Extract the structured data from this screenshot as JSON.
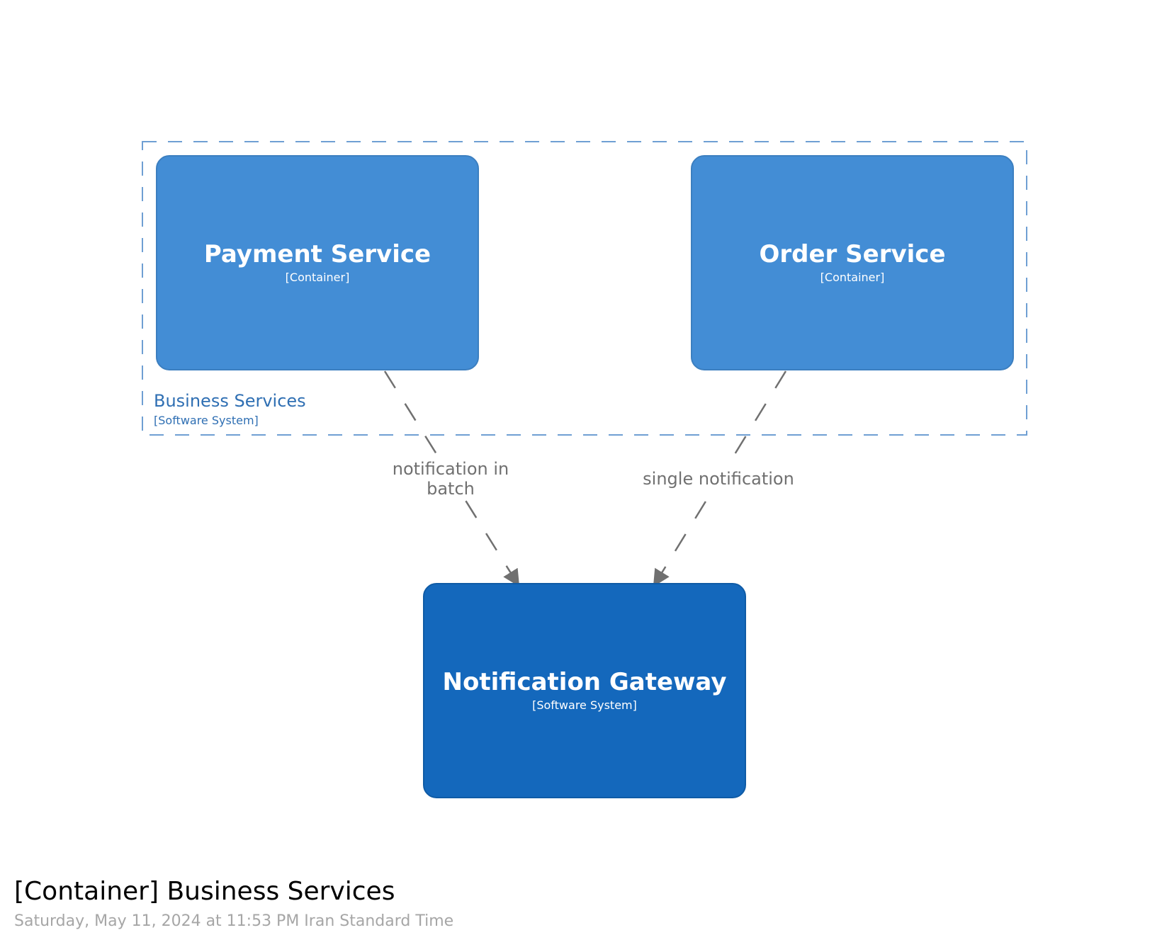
{
  "diagram": {
    "boundary": {
      "name": "Business Services",
      "type": "[Software System]",
      "color": "#6f9fd3"
    },
    "elements": {
      "payment": {
        "name": "Payment Service",
        "type": "[Container]",
        "color": "#438dd5"
      },
      "order": {
        "name": "Order Service",
        "type": "[Container]",
        "color": "#438dd5"
      },
      "gateway": {
        "name": "Notification Gateway",
        "type": "[Software System]",
        "color": "#1468bc"
      }
    },
    "relationships": [
      {
        "from": "Payment Service",
        "to": "Notification Gateway",
        "label_lines": [
          "notification in",
          "batch"
        ],
        "style": "dashed"
      },
      {
        "from": "Order Service",
        "to": "Notification Gateway",
        "label_lines": [
          "single notification"
        ],
        "style": "dashed"
      }
    ],
    "edge_color": "#707070"
  },
  "footer": {
    "title": "[Container] Business Services",
    "timestamp": "Saturday, May 11, 2024 at 11:53 PM Iran Standard Time"
  }
}
